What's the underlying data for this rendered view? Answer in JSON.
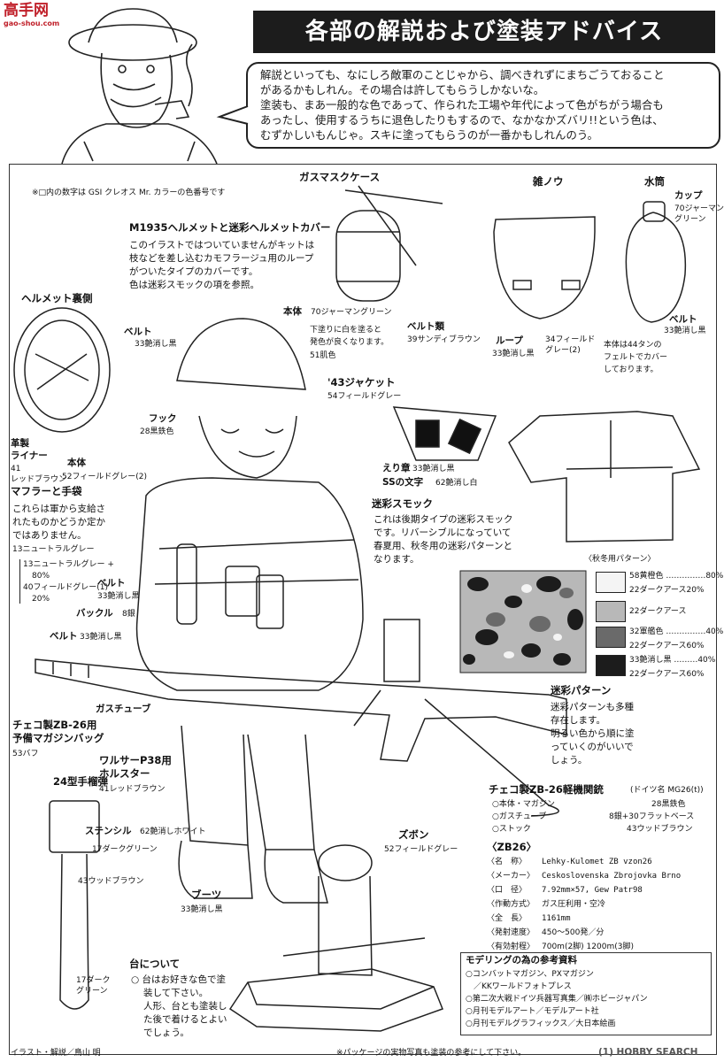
{
  "watermark": {
    "top": "高手网",
    "sub": "gao-shou.com"
  },
  "title": "各部の解説および塗装アドバイス",
  "intro": [
    "解説といっても、なにしろ敵軍のことじゃから、調べきれずにまちごうておること",
    "があるかもしれん。その場合は許してもらうしかないな。",
    "塗装も、まあ一般的な色であって、作られた工場や年代によって色がちがう場合も",
    "あったし、使用するうちに退色したりもするので、なかなかズバリ!!という色は、",
    "むずかしいもんじゃ。スキに塗ってもらうのが一番かもしれんのう。"
  ],
  "note": "※□内の数字は GSI クレオス Mr. カラーの色番号です",
  "labels": {
    "helmet_title": "M1935ヘルメットと迷彩ヘルメットカバー",
    "helmet_desc": [
      "このイラストではついていませんがキットは",
      "枝などを差し込むカモフラージュ用のループ",
      "がついたタイプのカバーです。",
      "色は迷彩スモックの項を参照。"
    ],
    "helmet_inside": "ヘルメット裏側",
    "belt": "ベルト",
    "belt_color": "33艶消し黒",
    "hook": "フック",
    "hook_color": "28黒鉄色",
    "liner": "革製\nライナー",
    "liner_color": "41\nレッドブラウン",
    "body": "本体",
    "body_color": "52フィールドグレー(2)",
    "muffler_title": "マフラーと手袋",
    "muffler_desc": [
      "これらは軍から支給さ",
      "れたものかどうか定か",
      "ではありません。"
    ],
    "muffler_color": "13ニュートラルグレー",
    "mix_a": "13ニュートラルグレー +",
    "mix_a_pct": "80%",
    "mix_b": "40フィールドグレー(1)",
    "mix_b_pct": "20%",
    "gasmask_title": "ガスマスクケース",
    "gasmask_body": "本体",
    "gasmask_body_color": "70ジャーマングリーン",
    "gasmask_note": [
      "下塗りに白を塗ると",
      "発色が良くなります。"
    ],
    "gasmask_note_color": "51肌色",
    "beltrui": "ベルト類",
    "beltrui_color": "39サンディブラウン",
    "bread_title": "雑ノウ",
    "loop": "ループ",
    "loop_color": "33艶消し黒",
    "bread_color": "34フィールド\nグレー(2)",
    "canteen_title": "水筒",
    "cup": "カップ",
    "cup_color": "70ジャーマン\nグリーン",
    "canteen_belt": "ベルト",
    "canteen_belt_color": "33艶消し黒",
    "canteen_body": [
      "本体は44タンの",
      "フェルトでカバー",
      "しております。"
    ],
    "jacket": "'43ジャケット",
    "jacket_color": "54フィールドグレー",
    "collar": "えり章",
    "collar_color": "33艶消し黒",
    "ss": "SSの文字",
    "ss_color": "62艶消し白",
    "smock_title": "迷彩スモック",
    "smock_desc": [
      "これは後期タイプの迷彩スモック",
      "です。リバーシブルになっていて",
      "春夏用、秋冬用の迷彩パターンと",
      "なります。"
    ],
    "pattern_caption": "〈秋冬用パターン〉",
    "belt2": "ベルト",
    "belt2_color": "33艶消し黒",
    "buckle": "バックル",
    "buckle_color": "8銀",
    "belt3": "ベルト",
    "belt3_color": "33艶消し黒",
    "gastube": "ガスチューブ",
    "magbag": "チェコ製ZB-26用\n予備マガジンバッグ",
    "magbag_color": "53バフ",
    "holster": "ワルサーP38用\nホルスター",
    "holster_color": "41レッドブラウン",
    "grenade": "24型手榴弾",
    "stencil": "ステンシル",
    "stencil_color": "62艶消しホワイト",
    "grenade_c1": "17ダークグリーン",
    "grenade_c2": "43ウッドブラウン",
    "grenade_c3": "17ダーク\nグリーン",
    "pants": "ズボン",
    "pants_color": "52フィールドグレー",
    "boots": "ブーツ",
    "boots_color": "33艶消し黒",
    "pattern_title": "迷彩パターン",
    "pattern_desc": [
      "迷彩パターンも多種",
      "存在します。",
      "明るい色から順に塗",
      "っていくのがいいで",
      "しょう。"
    ],
    "base_title": "台について",
    "base_desc": [
      "○ 台はお好きな色で塗",
      "装して下さい。",
      "人形、台とも塗装し",
      "た後で着けるとよい",
      "でしょう。"
    ],
    "credit": "イラスト・解説／鳥山 明",
    "disclaimer": "※パッケージの実物写真も塗装の参考にして下さい。",
    "bottom_wm": "(1) HOBBY SEARCH"
  },
  "swatches": [
    {
      "line1": "58黄橙色 ……………80%",
      "line2": "22ダークアース20%",
      "fill": "#f4f4f4"
    },
    {
      "line1": "22ダークアース",
      "line2": "",
      "fill": "#b8b8b8"
    },
    {
      "line1": "32軍艦色 ……………40%",
      "line2": "22ダークアース60%",
      "fill": "#6a6a6a"
    },
    {
      "line1": "33艶消し黒 ………40%",
      "line2": "22ダークアース60%",
      "fill": "#1c1c1c"
    }
  ],
  "zb26": {
    "title": "チェコ製ZB-26軽機関銃",
    "title_sub": "(ドイツ名 MG26(t))",
    "parts": [
      {
        "name": "○本体・マガジン",
        "color": "28黒鉄色"
      },
      {
        "name": "○ガスチューブ",
        "color": "8銀+30フラットベース"
      },
      {
        "name": "○ストック",
        "color": "43ウッドブラウン"
      }
    ],
    "spec_title": "〈ZB26〉",
    "specs": [
      {
        "k": "〈名　称〉",
        "v": "Lehky-Kulomet ZB vzon26"
      },
      {
        "k": "〈メーカー〉",
        "v": "Ceskoslovenska Zbrojovka Brno"
      },
      {
        "k": "〈口　径〉",
        "v": "7.92mm×57, Gew Patr98"
      },
      {
        "k": "〈作動方式〉",
        "v": "ガス圧利用・空冷"
      },
      {
        "k": "〈全　長〉",
        "v": "1161mm"
      },
      {
        "k": "〈発射速度〉",
        "v": "450〜500発／分"
      },
      {
        "k": "〈有効射程〉",
        "v": "700m(2脚) 1200m(3脚)"
      }
    ]
  },
  "refs": {
    "title": "モデリングの為の参考資料",
    "items": [
      "○コンバットマガジン、PXマガジン",
      "　／KKワールドフォトプレス",
      "○第二次大戦ドイツ兵器写真集／㈱ホビージャパン",
      "○月刊モデルアート／モデルアート社",
      "○月刊モデルグラフィックス／大日本絵画"
    ]
  }
}
